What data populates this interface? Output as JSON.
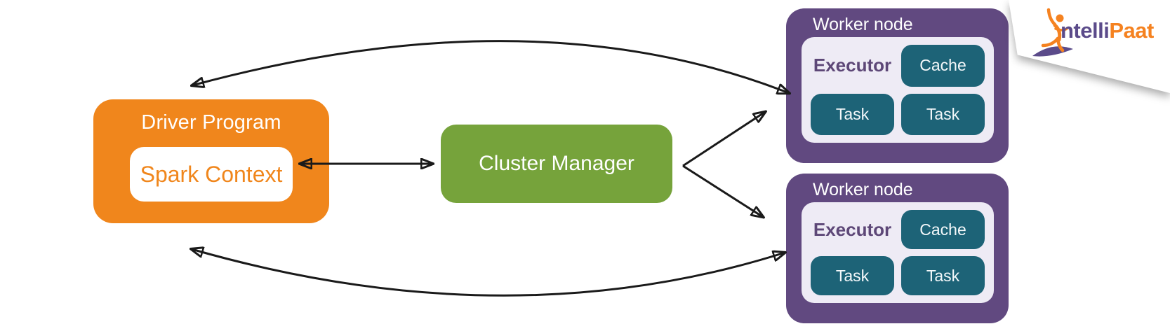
{
  "diagram": {
    "driver": {
      "title": "Driver Program",
      "context_label": "Spark Context"
    },
    "cluster_manager": {
      "label": "Cluster Manager"
    },
    "workers": [
      {
        "title": "Worker node",
        "executor_label": "Executor",
        "cache_label": "Cache",
        "tasks": [
          "Task",
          "Task"
        ]
      },
      {
        "title": "Worker node",
        "executor_label": "Executor",
        "cache_label": "Cache",
        "tasks": [
          "Task",
          "Task"
        ]
      }
    ],
    "arrows": [
      "spark-context to cluster-manager (double-headed, horizontal)",
      "cluster-manager to worker-node-1 (single head at worker)",
      "cluster-manager to worker-node-2 (single head at worker)",
      "worker-node-1 to driver-program (curved, double-headed)",
      "worker-node-2 to driver-program (curved, double-headed)"
    ],
    "colors": {
      "driver_orange": "#F0861C",
      "cluster_green": "#76A33B",
      "worker_purple": "#614980",
      "panel_lavender": "#EEEBF5",
      "chip_teal": "#1D6377",
      "executor_text": "#5D4777",
      "arrow_black": "#1A1A1A"
    }
  },
  "logo": {
    "brand_part1": "ntelli",
    "brand_part2": "Paat",
    "purple": "#5B4B8A",
    "orange": "#F58220"
  }
}
